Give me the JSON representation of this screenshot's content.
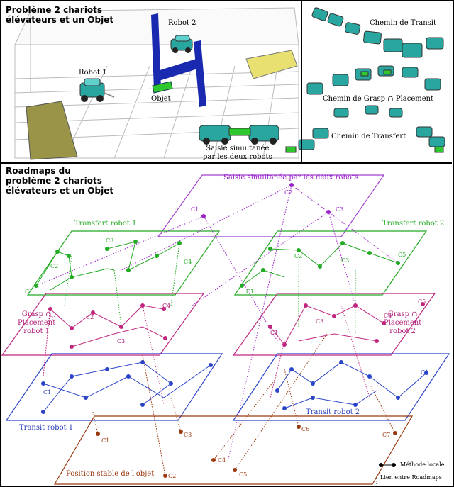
{
  "top": {
    "title_line1": "Problème 2 chariots",
    "title_line2": "élévateurs et un Objet",
    "robot2": "Robot 2",
    "robot1": "Robot 1",
    "objet": "Objet",
    "saisie1": "Saisie simultanée",
    "saisie2": "par les deux robots",
    "chemin_transit": "Chemin de Transit",
    "chemin_grasp": "Chemin de Grasp",
    "chemin_grasp_symbol": "∩",
    "chemin_placement": "Placement",
    "chemin_transfert": "Chemin de Transfert"
  },
  "bottom": {
    "title_line1": "Roadmaps du",
    "title_line2": "problème 2 chariots",
    "title_line3": "élévateurs et un Objet",
    "saisie": "Saisie simultanée par les deux robots",
    "transfert1": "Transfert robot 1",
    "transfert2": "Transfert robot 2",
    "grasp": "Grasp",
    "grasp_symbol": "∩",
    "placement": "Placement",
    "robot1": "robot 1",
    "robot2": "robot 2",
    "transit1": "Transit robot 1",
    "transit2": "Transit robot 2",
    "position": "Position stable de l'objet",
    "legend_local": "Méthode locale",
    "legend_link": "Lien entre Roadmaps",
    "c1": "C1",
    "c2": "C2",
    "c3": "C3",
    "c4": "C4",
    "c5": "C5",
    "c6": "C6",
    "c7": "C7"
  },
  "colors": {
    "green": "#22aa22",
    "magenta": "#c0267f",
    "blue": "#2a44c8",
    "purple": "#9a22c8",
    "brown": "#9a3a10"
  }
}
